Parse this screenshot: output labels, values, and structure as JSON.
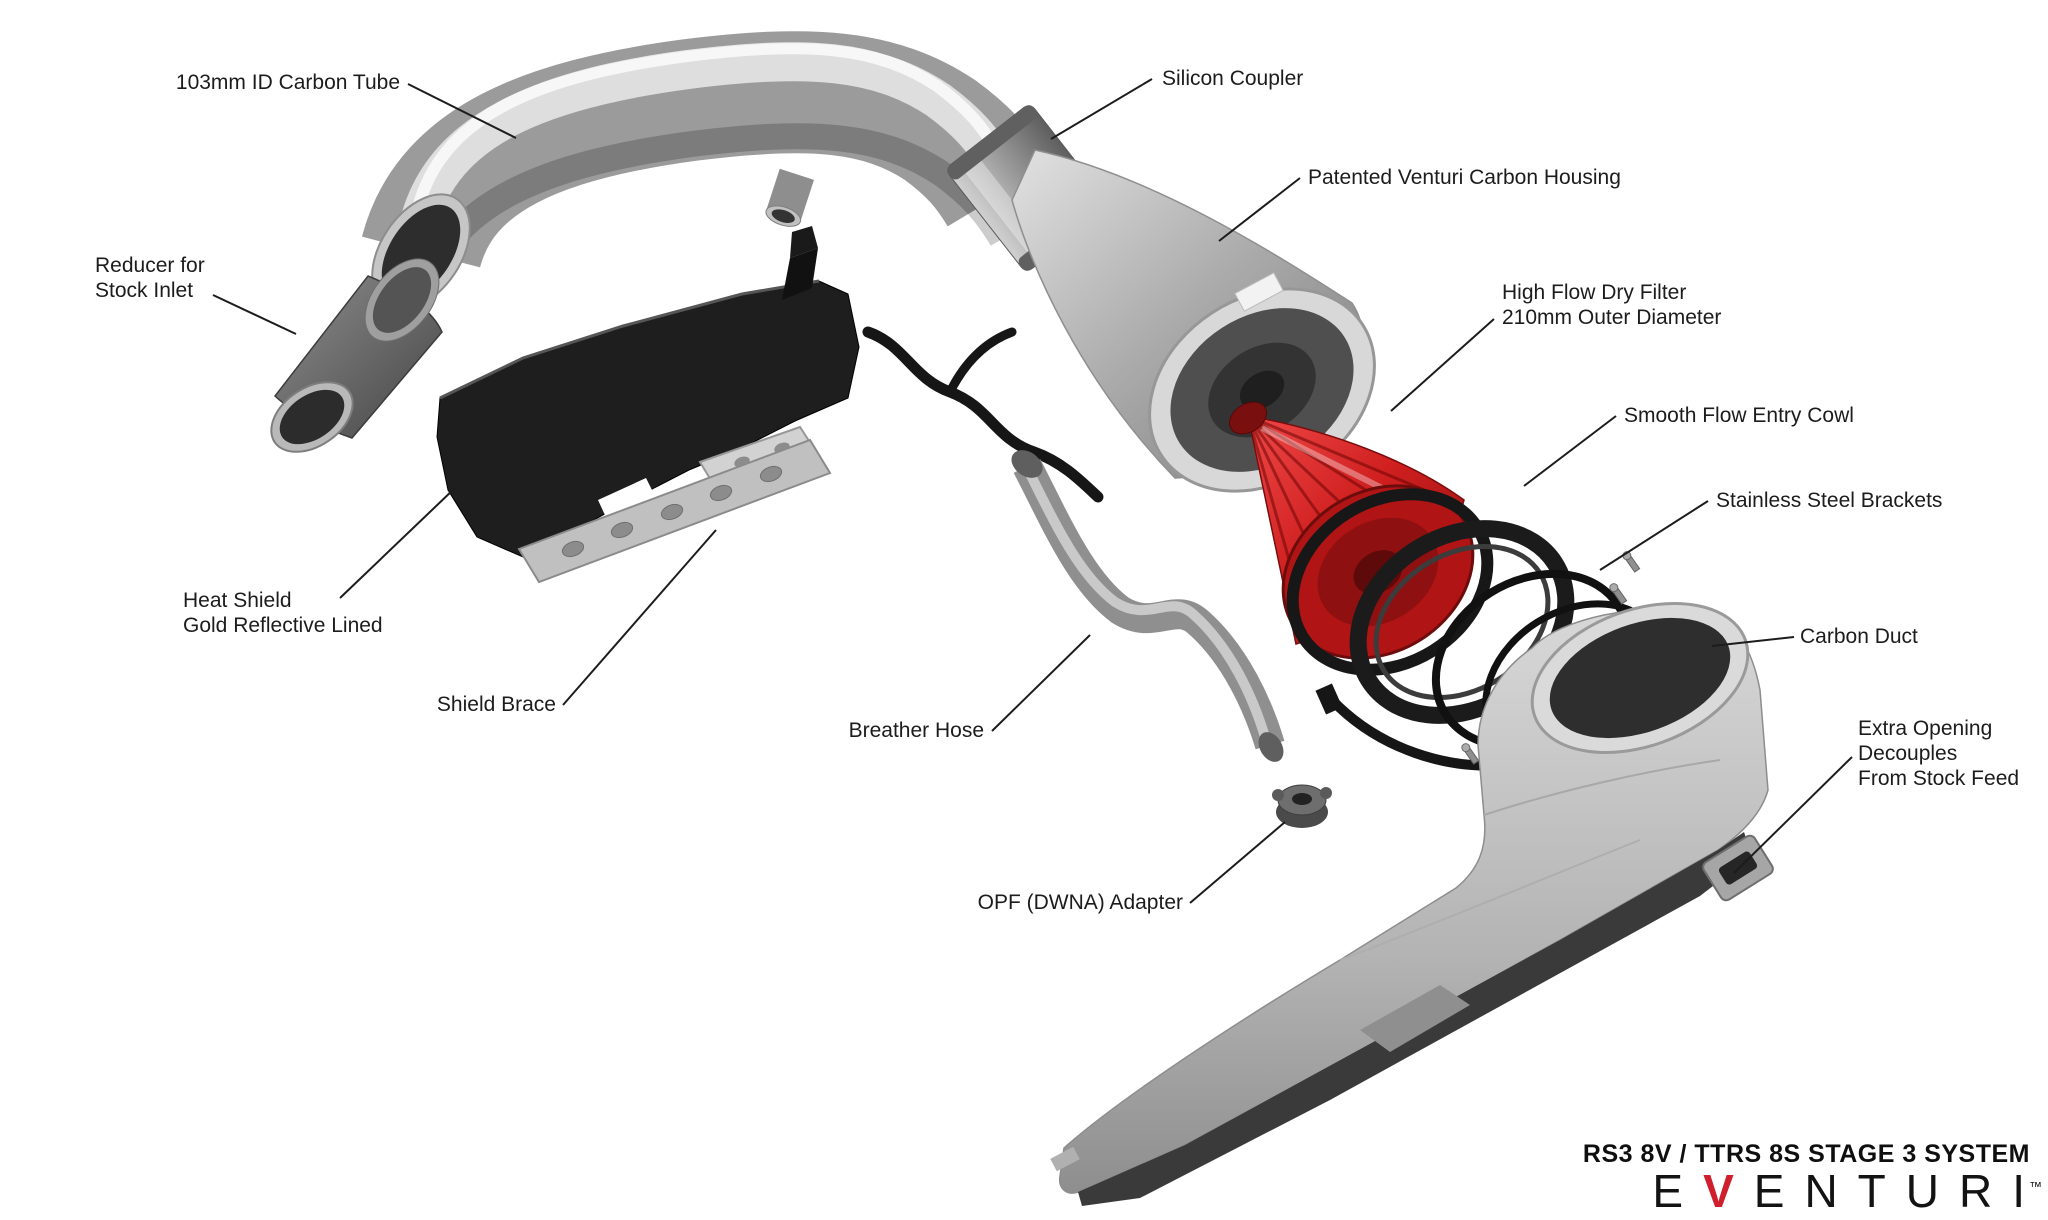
{
  "diagram": {
    "labels": {
      "carbon_tube": {
        "line1": "103mm ID Carbon Tube"
      },
      "silicon_coupler": {
        "line1": "Silicon Coupler"
      },
      "venturi_housing": {
        "line1": "Patented Venturi Carbon Housing"
      },
      "dry_filter": {
        "line1": "High Flow Dry Filter",
        "line2": "210mm Outer Diameter"
      },
      "entry_cowl": {
        "line1": "Smooth Flow Entry Cowl"
      },
      "brackets": {
        "line1": "Stainless Steel Brackets"
      },
      "carbon_duct": {
        "line1": "Carbon Duct"
      },
      "extra_opening": {
        "line1": "Extra Opening",
        "line2": "Decouples",
        "line3": "From Stock Feed"
      },
      "reducer": {
        "line1": "Reducer for",
        "line2": "Stock Inlet"
      },
      "heat_shield": {
        "line1": "Heat Shield",
        "line2": "Gold Reflective Lined"
      },
      "shield_brace": {
        "line1": "Shield Brace"
      },
      "breather_hose": {
        "line1": "Breather Hose"
      },
      "opf_adapter": {
        "line1": "OPF (DWNA) Adapter"
      }
    },
    "footer": {
      "system_title": "RS3 8V / TTRS 8S STAGE 3 SYSTEM",
      "brand_pre": "E",
      "brand_v": "V",
      "brand_post": "ENTURI",
      "trademark": "™"
    },
    "colors": {
      "brand_accent": "#cf1f2c",
      "filter_red": "#cf1f1f",
      "label_text": "#1c1c1c",
      "background": "#ffffff"
    }
  }
}
